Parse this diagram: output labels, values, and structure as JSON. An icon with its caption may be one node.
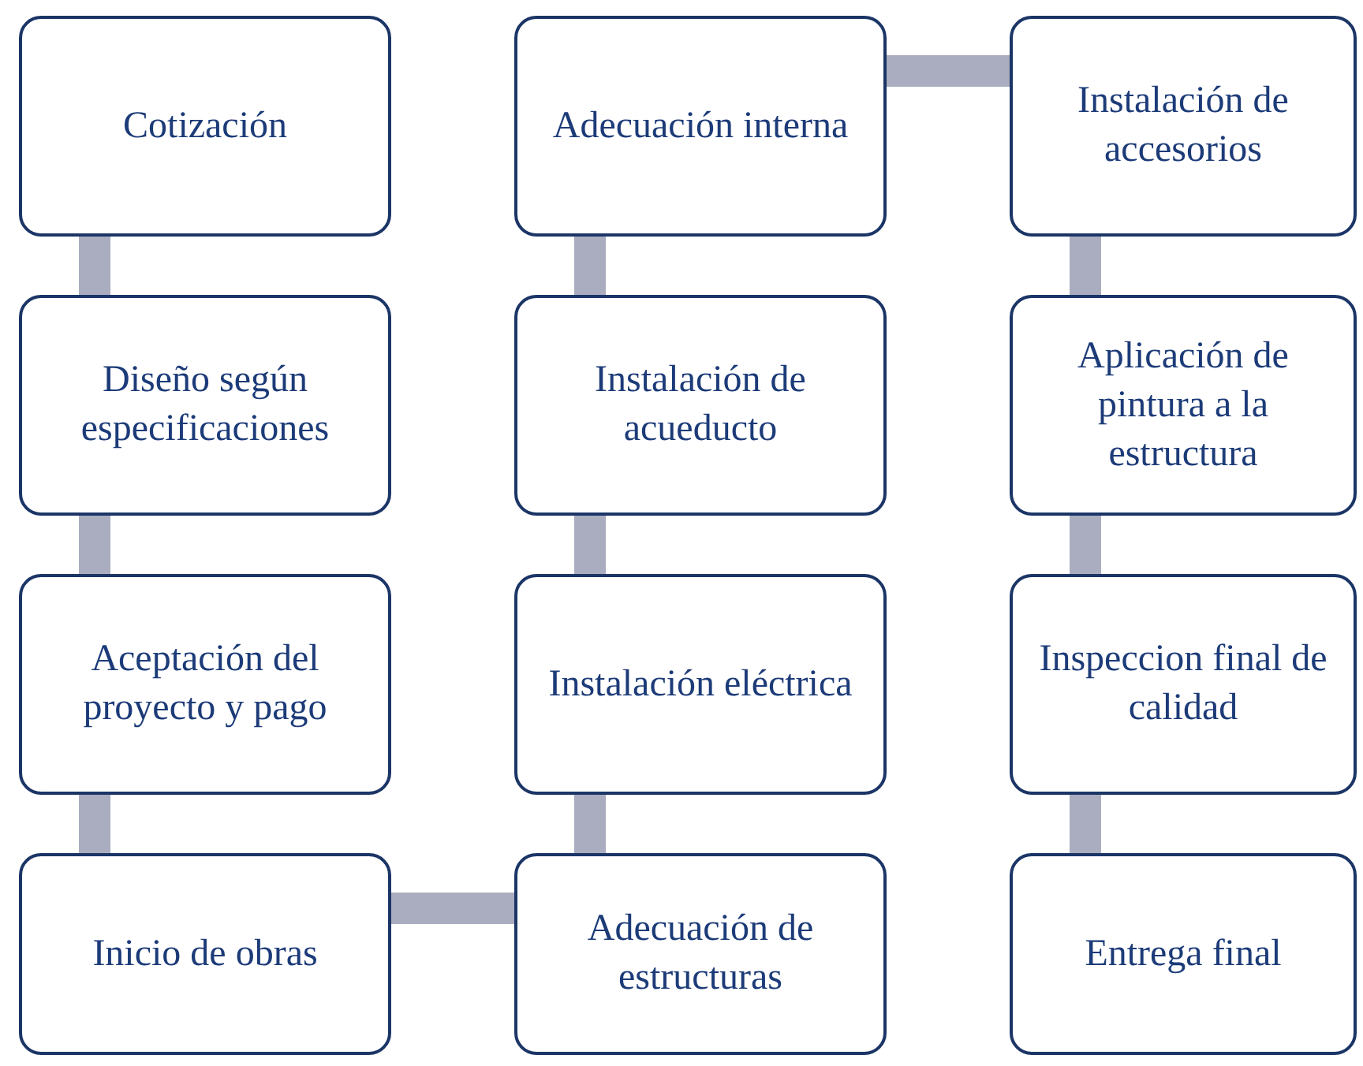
{
  "diagram": {
    "nodes": [
      {
        "text": [
          "Cotización"
        ]
      },
      {
        "text": [
          "Diseño según especificaciones"
        ]
      },
      {
        "text": [
          "Aceptación del proyecto y pago"
        ]
      },
      {
        "text": [
          "Inicio de obras"
        ]
      },
      {
        "text": [
          "Adecuación de estructuras"
        ]
      },
      {
        "text": [
          "Instalación eléctrica"
        ]
      },
      {
        "text": [
          "Instalación de acueducto"
        ]
      },
      {
        "text": [
          "Adecuación interna"
        ]
      },
      {
        "text": [
          "Instalación de accesorios"
        ]
      },
      {
        "text": [
          "Aplicación de pintura a la estructura"
        ]
      },
      {
        "text": [
          "Inspeccion final de calidad"
        ]
      },
      {
        "text": [
          "Entrega final"
        ]
      }
    ],
    "edges": [
      {
        "from": 0,
        "to": 1,
        "arrow": "none"
      },
      {
        "from": 1,
        "to": 2,
        "arrow": "none"
      },
      {
        "from": 2,
        "to": 3,
        "arrow": "none"
      },
      {
        "from": 3,
        "to": 4,
        "arrow": "none"
      },
      {
        "from": 4,
        "to": 5,
        "arrow": "none"
      },
      {
        "from": 5,
        "to": 6,
        "arrow": "none"
      },
      {
        "from": 6,
        "to": 7,
        "arrow": "none"
      },
      {
        "from": 7,
        "to": 8,
        "arrow": "none"
      },
      {
        "from": 8,
        "to": 9,
        "arrow": "none"
      },
      {
        "from": 9,
        "to": 10,
        "arrow": "none"
      },
      {
        "from": 10,
        "to": 11,
        "arrow": "none"
      }
    ]
  }
}
